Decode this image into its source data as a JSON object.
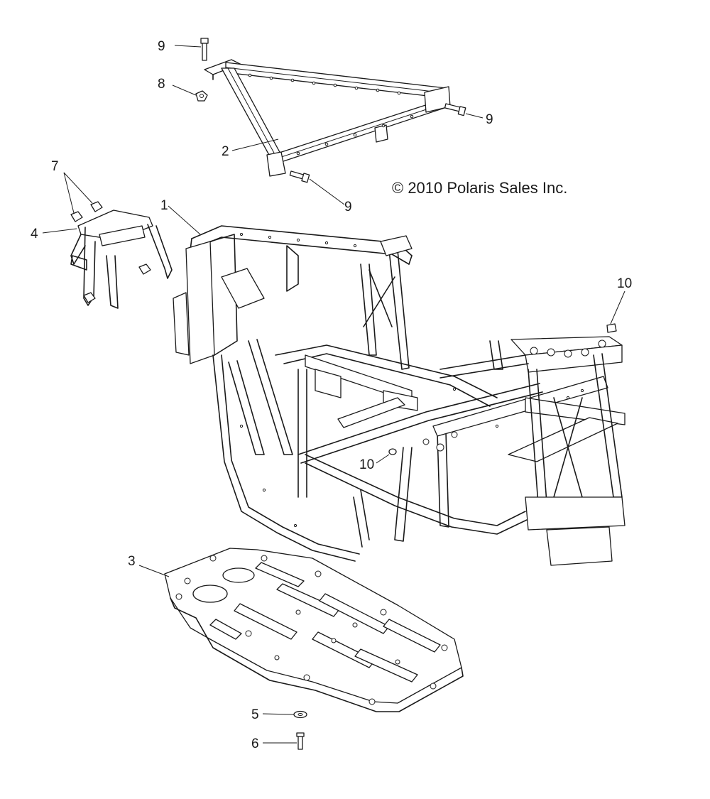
{
  "copyright": "© 2010 Polaris Sales Inc.",
  "callouts": {
    "c1": "1",
    "c2": "2",
    "c3": "3",
    "c4": "4",
    "c5": "5",
    "c6": "6",
    "c7": "7",
    "c8": "8",
    "c9a": "9",
    "c9b": "9",
    "c9c": "9",
    "c10a": "10",
    "c10b": "10"
  }
}
